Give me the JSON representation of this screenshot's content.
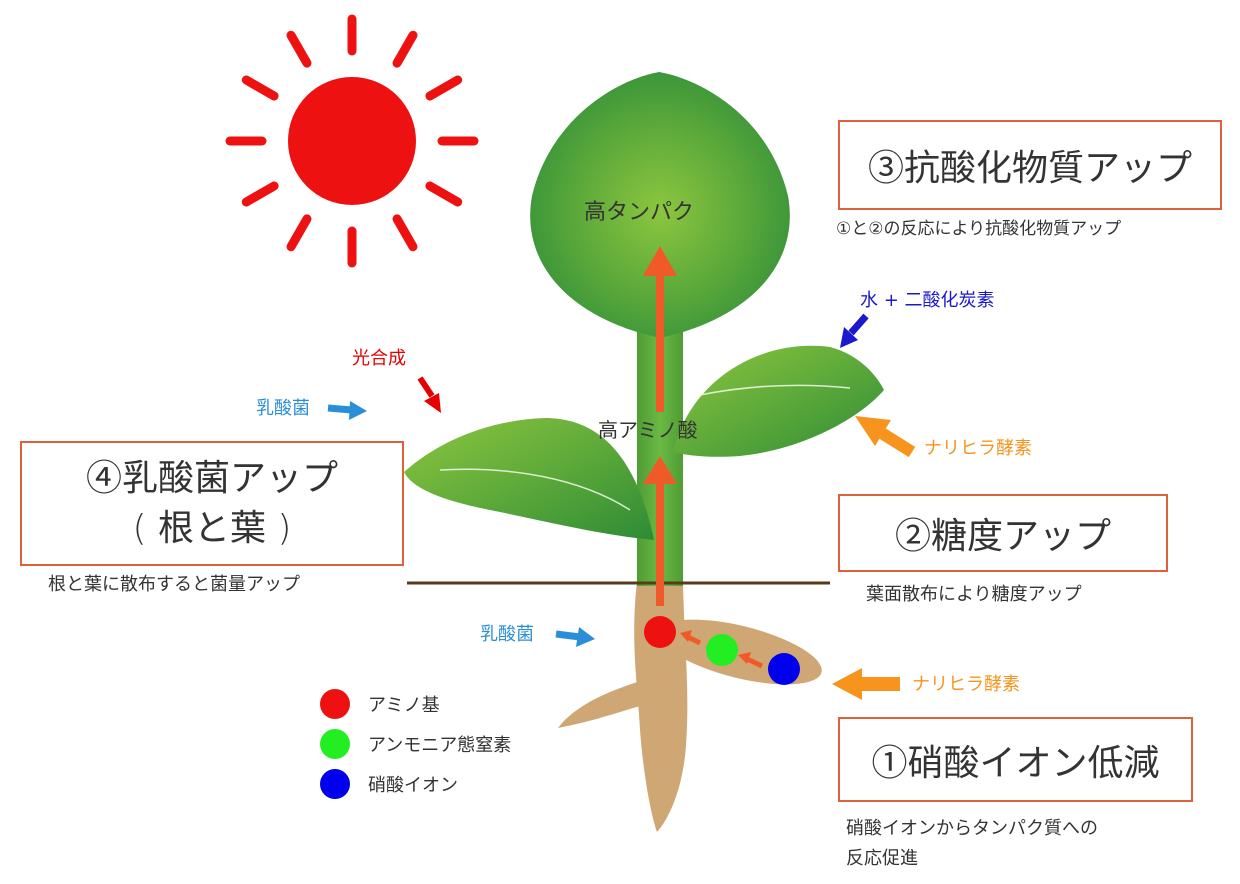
{
  "colors": {
    "accent_box": "#e0603a",
    "red_label": "#e60000",
    "blue_label": "#1a1acc",
    "lactic_blue": "#2a8fd8",
    "enzyme_orange": "#f7941d",
    "amino_red": "#ee1111",
    "ammonium_green": "#22ee22",
    "nitrate_blue": "#0000ee",
    "soil_line": "#5a3a1a",
    "root": "#cfa775",
    "stem": "#5fae3b"
  },
  "boxes": {
    "antioxidant": {
      "title": "③抗酸化物質アップ",
      "desc": "①と②の反応により抗酸化物質アップ"
    },
    "sugar": {
      "title": "②糖度アップ",
      "desc": "葉面散布により糖度アップ"
    },
    "nitrate": {
      "title": "①硝酸イオン低減",
      "desc_lines": [
        "硝酸イオンからタンパク質への",
        "反応促進"
      ]
    },
    "lactic": {
      "title_lines": [
        "④乳酸菌アップ",
        "( 根と葉 )"
      ],
      "desc": "根と葉に散布すると菌量アップ"
    }
  },
  "labels": {
    "high_protein": "高タンパク",
    "high_amino": "高アミノ酸",
    "photosynthesis": "光合成",
    "water_co2": "水 + 二酸化炭素",
    "lactic_top": "乳酸菌",
    "lactic_bottom": "乳酸菌",
    "enzyme_top": "ナリヒラ酵素",
    "enzyme_bottom": "ナリヒラ酵素"
  },
  "legend": [
    {
      "name": "アミノ基",
      "color": "#ee1111"
    },
    {
      "name": "アンモニア態窒素",
      "color": "#22ee22"
    },
    {
      "name": "硝酸イオン",
      "color": "#0000ee"
    }
  ],
  "icons": {
    "sun": "sun-icon",
    "arrow": "arrow-icon"
  }
}
